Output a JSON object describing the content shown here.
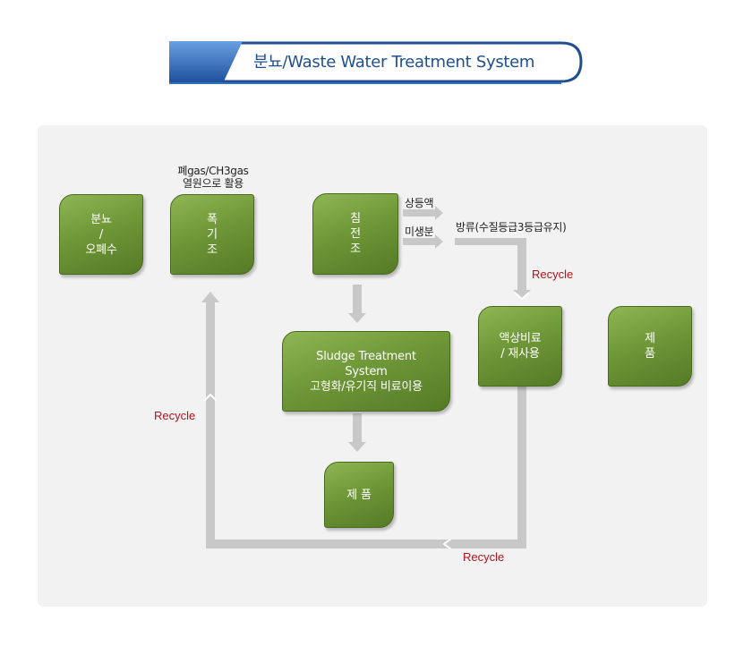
{
  "title": "분뇨/Waste Water Treatment System",
  "colors": {
    "box_green": "#6f9838",
    "arrow_gray": "#c8c8c8",
    "recycle_red": "#b0141b",
    "title_blue": "#1f4f8f",
    "panel_bg": "#f2f2f2"
  },
  "boxes": {
    "manure": [
      "분뇨",
      "/",
      "오폐수"
    ],
    "aeration": [
      "폭",
      "기",
      "조"
    ],
    "settling": [
      "침",
      "전",
      "조"
    ],
    "sludge": [
      "Sludge Treatment",
      "System",
      "고형화/유기직 비료이용"
    ],
    "product_bottom": "제 품",
    "liquid_fertilizer": [
      "액상비료",
      "/ 재사용"
    ],
    "product_right": [
      "제",
      "품"
    ]
  },
  "labels": {
    "gas_line1": "폐gas/CH3gas",
    "gas_line2": "열원으로 활용",
    "supernatant": "상등액",
    "fine_solids": "미생분",
    "discharge": "방류(수질등급3등급유지)",
    "recycle_top": "Recycle",
    "recycle_left": "Recycle",
    "recycle_bottom": "Recycle"
  }
}
